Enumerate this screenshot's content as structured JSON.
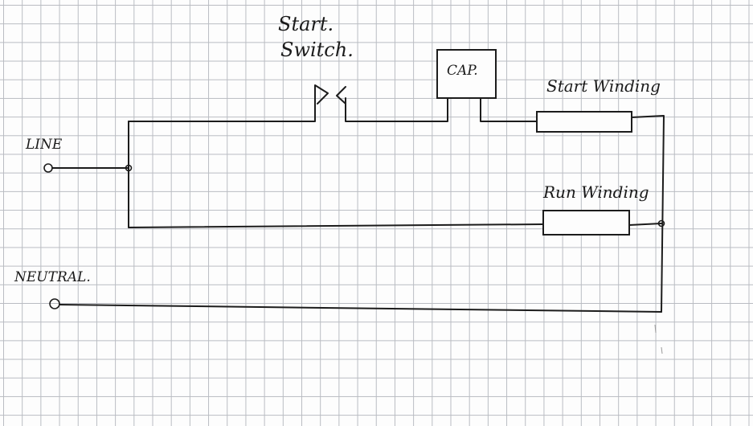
{
  "labels": {
    "start_switch_line1": "Start.",
    "start_switch_line2": "Switch.",
    "capacitor": "CAP.",
    "start_winding": "Start Winding",
    "run_winding": "Run Winding",
    "line": "LINE",
    "neutral": "NEUTRAL."
  }
}
